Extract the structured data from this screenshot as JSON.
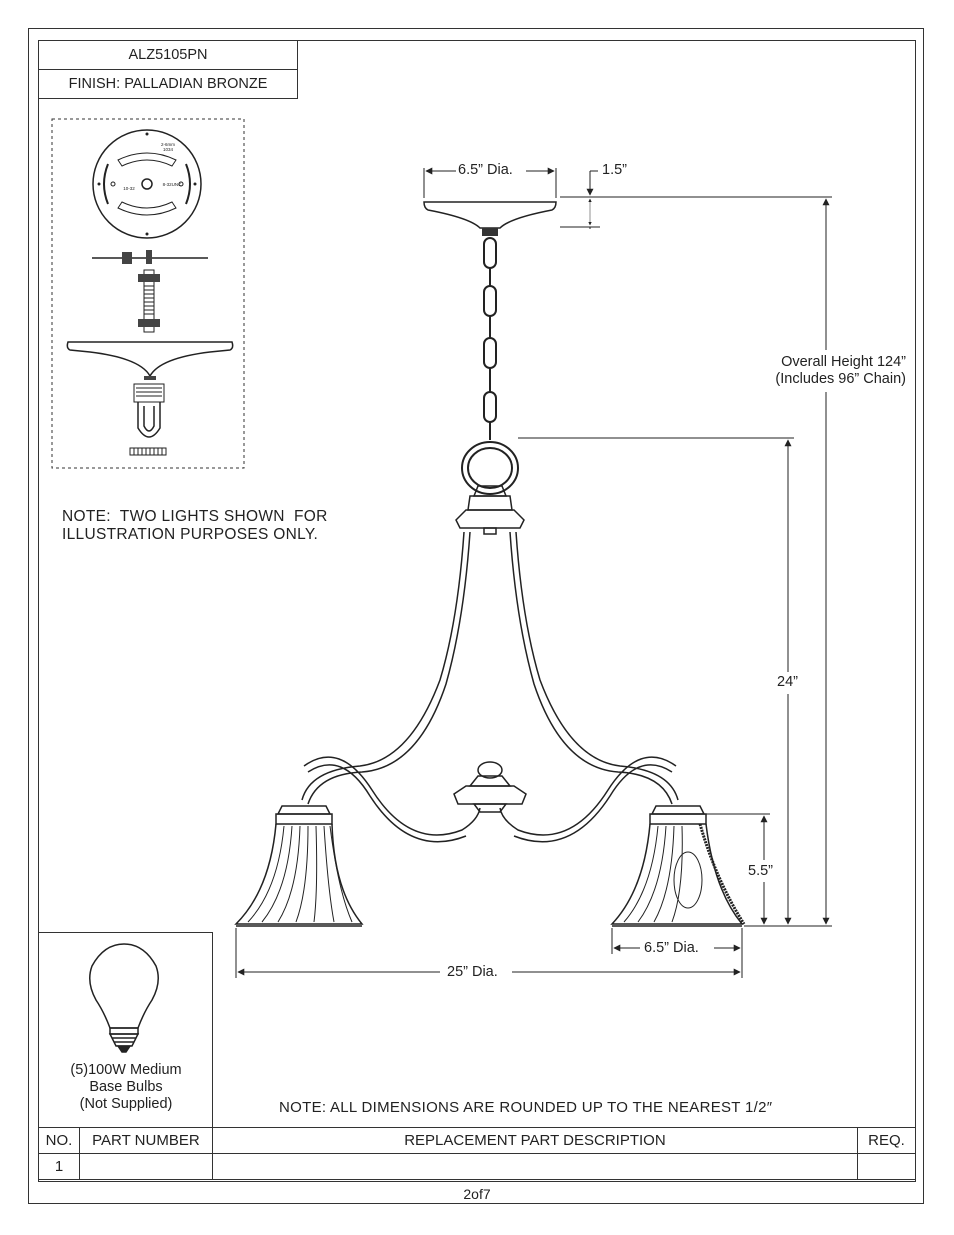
{
  "header": {
    "model": "ALZ5105PN",
    "finish": "FINISH: PALLADIAN BRONZE"
  },
  "notes": {
    "illustration_line1": "NOTE:  TWO LIGHTS SHOWN  FOR",
    "illustration_line2": "ILLUSTRATION PURPOSES ONLY.",
    "rounding": "NOTE:  ALL DIMENSIONS ARE ROUNDED UP TO THE NEAREST  1/2″"
  },
  "dimensions": {
    "canopy_dia": "6.5” Dia.",
    "canopy_height": "1.5”",
    "overall_line1": "Overall Height 124”",
    "overall_line2": "(Includes 96” Chain)",
    "body_height": "24”",
    "shade_height": "5.5”",
    "shade_dia": "6.5” Dia.",
    "fixture_dia": "25” Dia."
  },
  "plate_text": {
    "top": "2-6mm",
    "top2": "1034",
    "left": "10-32",
    "right": "8-32UNC"
  },
  "bulb": {
    "line1": "(5)100W Medium",
    "line2": "Base Bulbs",
    "line3": "(Not Supplied)"
  },
  "table": {
    "headers": [
      "NO.",
      "PART NUMBER",
      "REPLACEMENT PART DESCRIPTION",
      "REQ."
    ],
    "rows": [
      [
        "1",
        "",
        "",
        ""
      ]
    ]
  },
  "footer": {
    "page": "2of7"
  }
}
